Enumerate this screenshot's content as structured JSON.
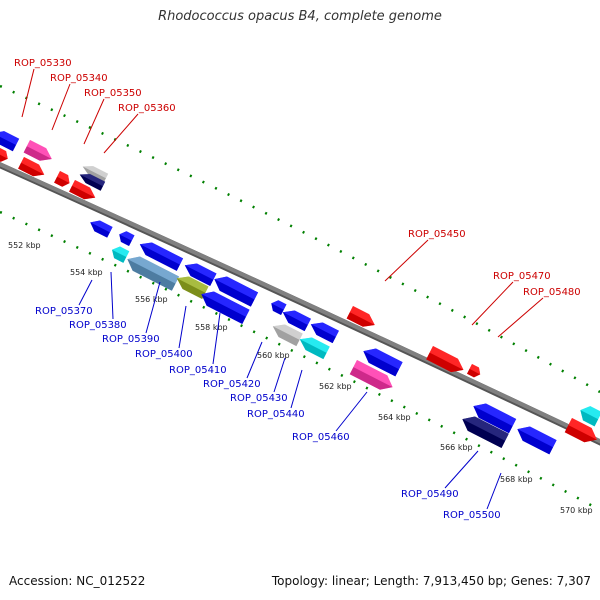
{
  "title": "Rhodococcus opacus B4, complete genome",
  "footer": {
    "accession": "Accession: NC_012522",
    "summary": "Topology: linear; Length: 7,913,450 bp; Genes: 7,307"
  },
  "colors": {
    "forward_gene": "#ff0000",
    "reverse_gene": "#0000ff",
    "forward_label": "#cc0000",
    "reverse_label": "#0000cc",
    "backbone": "#808080",
    "ticks": "#008000",
    "pink": "#ff33aa",
    "cyan": "#00e5ee",
    "navy": "#000066",
    "gray": "#c8c8c8",
    "steel": "#5f9ac8",
    "olive": "#9ab020"
  },
  "kbp_ticks": [
    {
      "label": "552 kbp"
    },
    {
      "label": "554 kbp"
    },
    {
      "label": "556 kbp"
    },
    {
      "label": "558 kbp"
    },
    {
      "label": "560 kbp"
    },
    {
      "label": "562 kbp"
    },
    {
      "label": "564 kbp"
    },
    {
      "label": "566 kbp"
    },
    {
      "label": "568 kbp"
    },
    {
      "label": "570 kbp"
    }
  ],
  "top_labels": [
    "ROP_05330",
    "ROP_05340",
    "ROP_05350",
    "ROP_05360",
    "ROP_05450",
    "ROP_05470",
    "ROP_05480"
  ],
  "bottom_labels": [
    "ROP_05370",
    "ROP_05380",
    "ROP_05390",
    "ROP_05400",
    "ROP_05410",
    "ROP_05420",
    "ROP_05430",
    "ROP_05440",
    "ROP_05460",
    "ROP_05490",
    "ROP_05500"
  ]
}
